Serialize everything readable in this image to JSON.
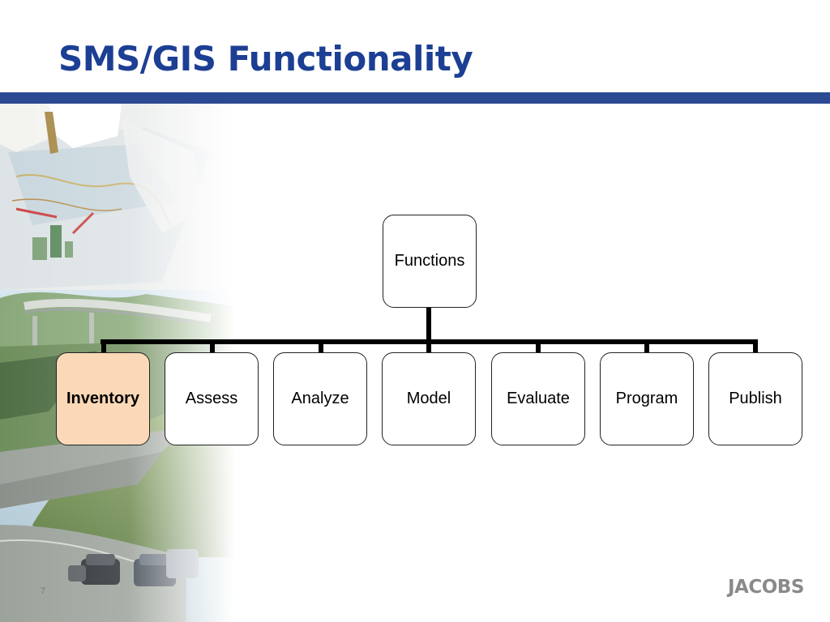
{
  "slide": {
    "title": "SMS/GIS Functionality",
    "number": "7",
    "logo_text": "JACOBS"
  },
  "colors": {
    "title": "#1c3f94",
    "title_bar": "#2b4a93",
    "highlight_fill": "#fbd9b8",
    "node_border": "#222222",
    "connector": "#000000"
  },
  "diagram": {
    "root": "Functions",
    "children": [
      "Inventory",
      "Assess",
      "Analyze",
      "Model",
      "Evaluate",
      "Program",
      "Publish"
    ],
    "highlighted": "Inventory"
  },
  "background_photo": {
    "description_icons": [
      "engineers-reviewing-plans",
      "highway-landscape"
    ]
  }
}
